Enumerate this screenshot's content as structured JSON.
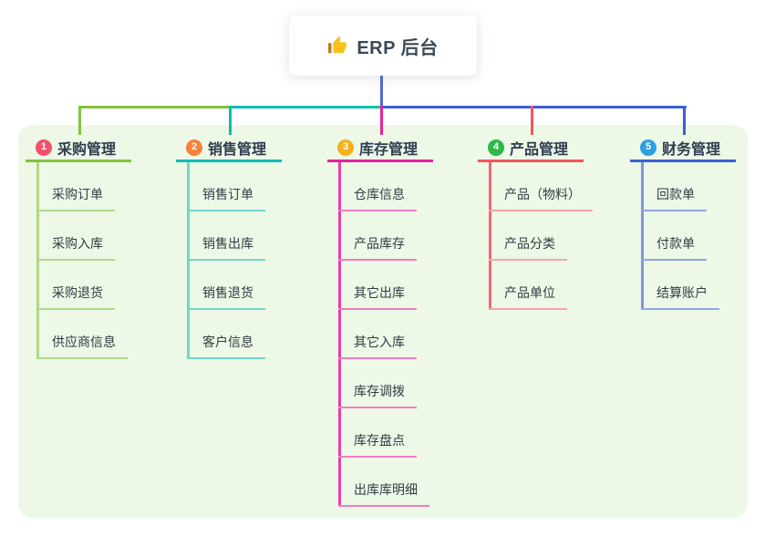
{
  "root": {
    "title": "ERP 后台",
    "icon": "thumbs-up"
  },
  "panel_bg": "#EDF8E7",
  "stem_color": "#5667D6",
  "branches": [
    {
      "num": "1",
      "label": "采购管理",
      "badge_color": "#F3506B",
      "line_color": "#82C13F",
      "child_line_color": "#AFD88A",
      "vline_color": "#AFD88A",
      "children": [
        "采购订单",
        "采购入库",
        "采购退货",
        "供应商信息"
      ]
    },
    {
      "num": "2",
      "label": "销售管理",
      "badge_color": "#F5823C",
      "line_color": "#06BEB1",
      "child_line_color": "#72D6CA",
      "vline_color": "#72D6CA",
      "children": [
        "销售订单",
        "销售出库",
        "销售退货",
        "客户信息"
      ]
    },
    {
      "num": "3",
      "label": "库存管理",
      "badge_color": "#F9AF1B",
      "line_color": "#E3249C",
      "child_line_color": "#F07CC2",
      "vline_color": "#E93FA9",
      "children": [
        "仓库信息",
        "产品库存",
        "其它出库",
        "其它入库",
        "库存调拨",
        "库存盘点",
        "出库库明细"
      ]
    },
    {
      "num": "4",
      "label": "产品管理",
      "badge_color": "#2EB84B",
      "line_color": "#F4555E",
      "child_line_color": "#F7A4A8",
      "vline_color": "#F4656E",
      "children": [
        "产品（物料）",
        "产品分类",
        "产品单位"
      ]
    },
    {
      "num": "5",
      "label": "财务管理",
      "badge_color": "#2C9FE1",
      "line_color": "#3B5FD2",
      "child_line_color": "#8FA5E5",
      "vline_color": "#7E96DF",
      "children": [
        "回款单",
        "付款单",
        "结算账户"
      ]
    }
  ]
}
